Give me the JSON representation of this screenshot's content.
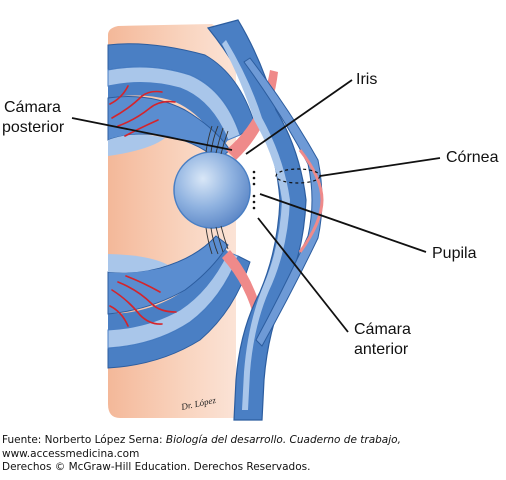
{
  "labels": {
    "camara_posterior_l1": "Cámara",
    "camara_posterior_l2": "posterior",
    "iris": "Iris",
    "cornea": "Córnea",
    "pupila": "Pupila",
    "camara_anterior_l1": "Cámara",
    "camara_anterior_l2": "anterior"
  },
  "signature": "Dr. López",
  "credits": {
    "source_prefix": "Fuente: Norberto López Serna: ",
    "source_title": "Biología del desarrollo. Cuaderno de trabajo,",
    "website": "www.accessmedicina.com",
    "rights": "Derechos © McGraw-Hill Education. Derechos Reservados."
  },
  "colors": {
    "skin": "#f6c9ae",
    "tissue_blue": "#4a7fc4",
    "light_blue": "#a9c6ea",
    "lens": "#7fa7db",
    "vessel_red": "#d5242b",
    "pink": "#ef8a8a"
  }
}
